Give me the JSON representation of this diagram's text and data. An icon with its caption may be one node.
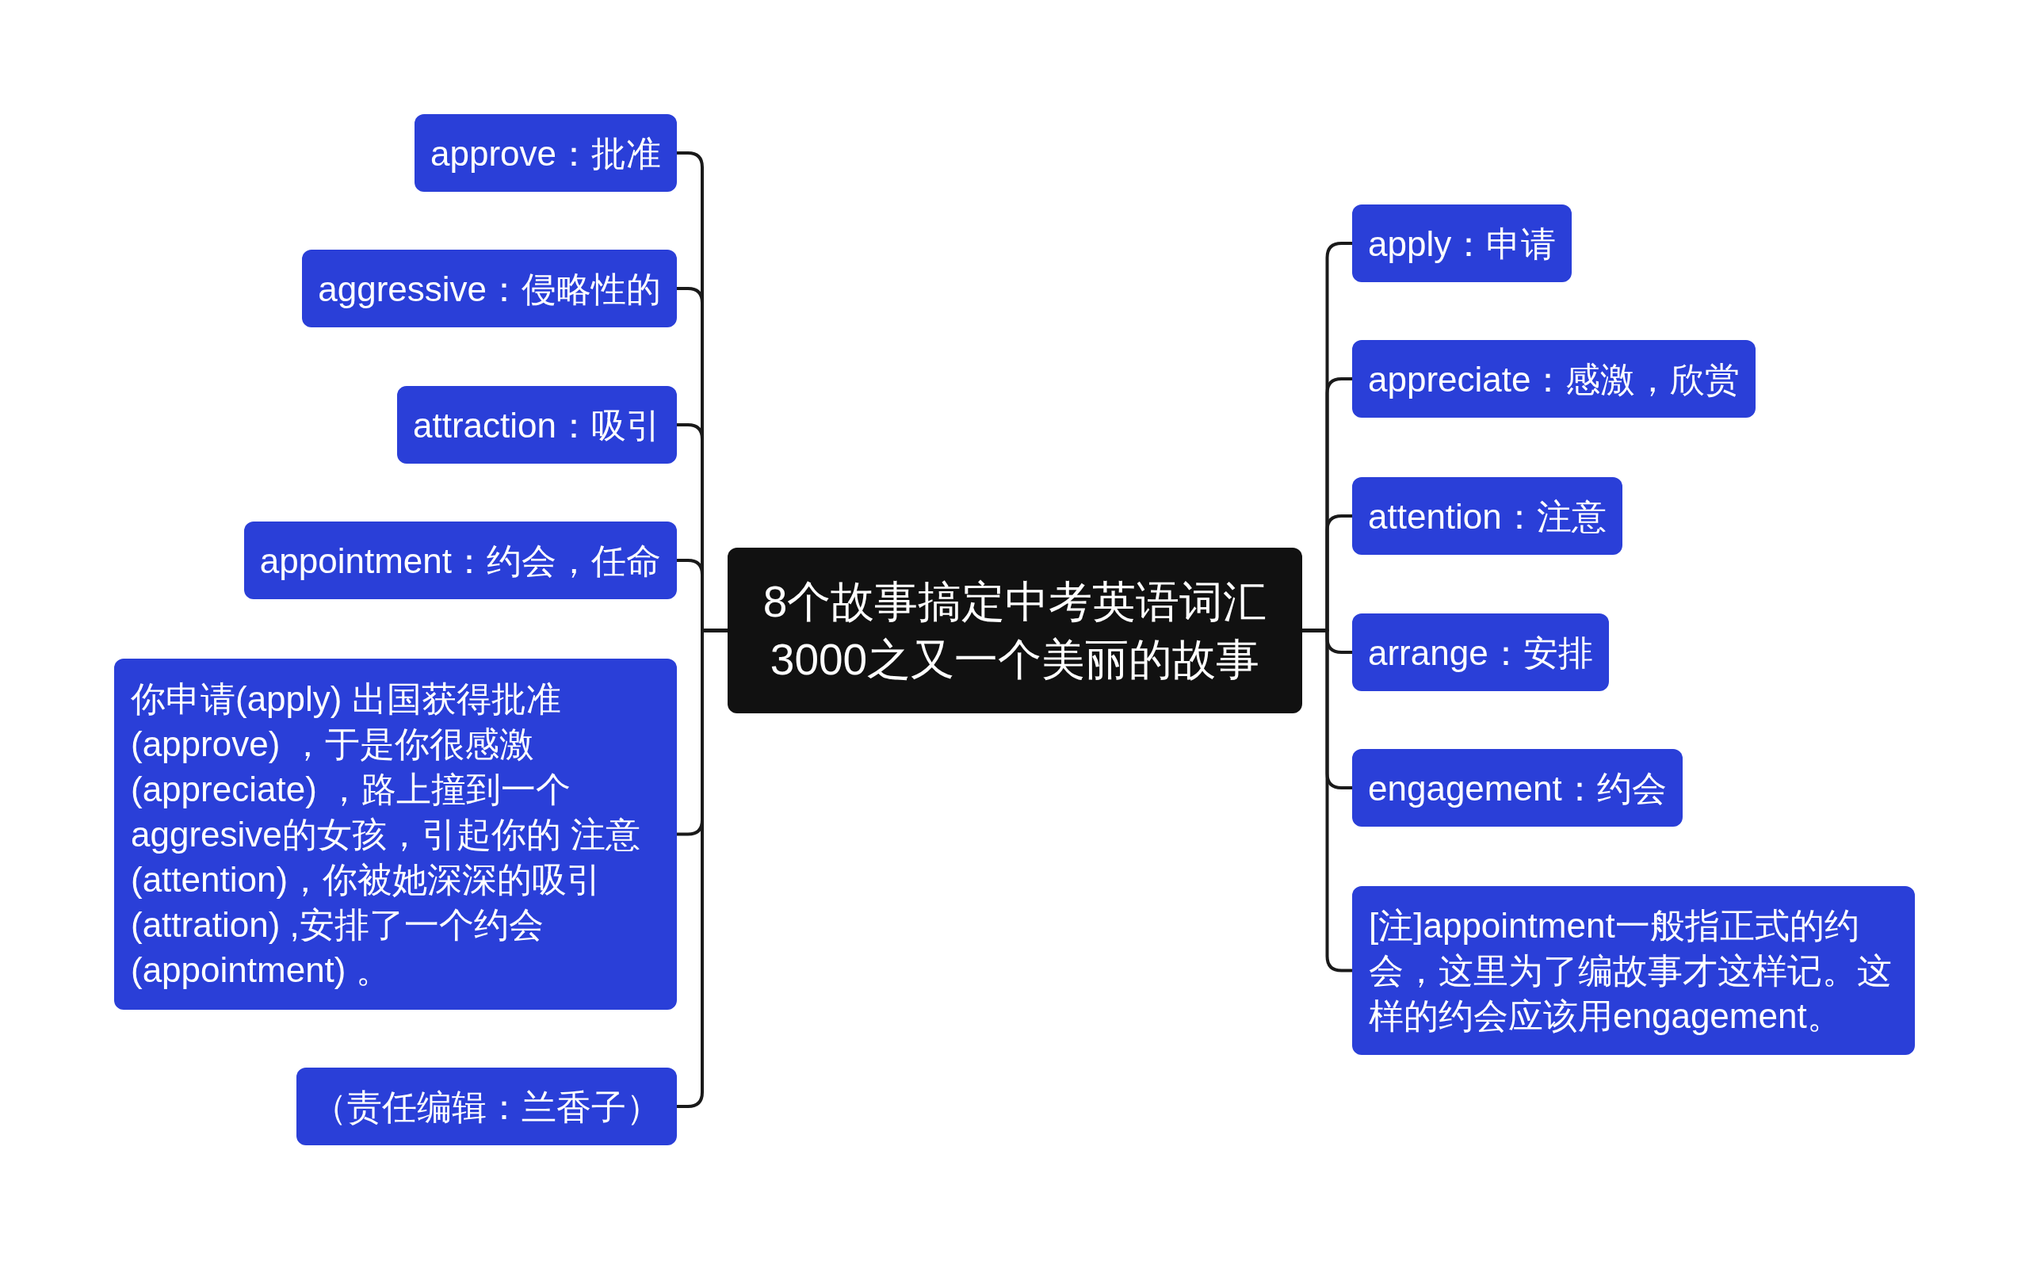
{
  "diagram": {
    "nodes": [
      {
        "text": [
          "8个故事搞定中考英语词汇3000之又一个美丽的故事"
        ]
      },
      {
        "text": [
          "approve：批准"
        ]
      },
      {
        "text": [
          "aggressive：侵略性的"
        ]
      },
      {
        "text": [
          "attraction：吸引"
        ]
      },
      {
        "text": [
          "appointment：约会，任命"
        ]
      },
      {
        "text": [
          "你申请(apply) 出国获得批准(approve) ，于是你很感激(appreciate) ，路上撞到一个aggresive的女孩，引起你的 注意(attention)，你被她深深的吸引(attration) ,安排了一个约会(appointment) 。"
        ]
      },
      {
        "text": [
          "（责任编辑：兰香子）"
        ]
      },
      {
        "text": [
          "apply：申请"
        ]
      },
      {
        "text": [
          "appreciate：感激，欣赏"
        ]
      },
      {
        "text": [
          "attention：注意"
        ]
      },
      {
        "text": [
          "arrange：安排"
        ]
      },
      {
        "text": [
          "engagement：约会"
        ]
      },
      {
        "text": [
          "[注]appointment一般指正式的约会，这里为了编故事才这样记。这样的约会应该用engagement。"
        ]
      }
    ],
    "edges": [
      {
        "from": 0,
        "to": 1,
        "arrow": "none"
      },
      {
        "from": 0,
        "to": 2,
        "arrow": "none"
      },
      {
        "from": 0,
        "to": 3,
        "arrow": "none"
      },
      {
        "from": 0,
        "to": 4,
        "arrow": "none"
      },
      {
        "from": 0,
        "to": 5,
        "arrow": "none"
      },
      {
        "from": 0,
        "to": 6,
        "arrow": "none"
      },
      {
        "from": 0,
        "to": 7,
        "arrow": "none"
      },
      {
        "from": 0,
        "to": 8,
        "arrow": "none"
      },
      {
        "from": 0,
        "to": 9,
        "arrow": "none"
      },
      {
        "from": 0,
        "to": 10,
        "arrow": "none"
      },
      {
        "from": 0,
        "to": 11,
        "arrow": "none"
      },
      {
        "from": 0,
        "to": 12,
        "arrow": "none"
      }
    ]
  }
}
